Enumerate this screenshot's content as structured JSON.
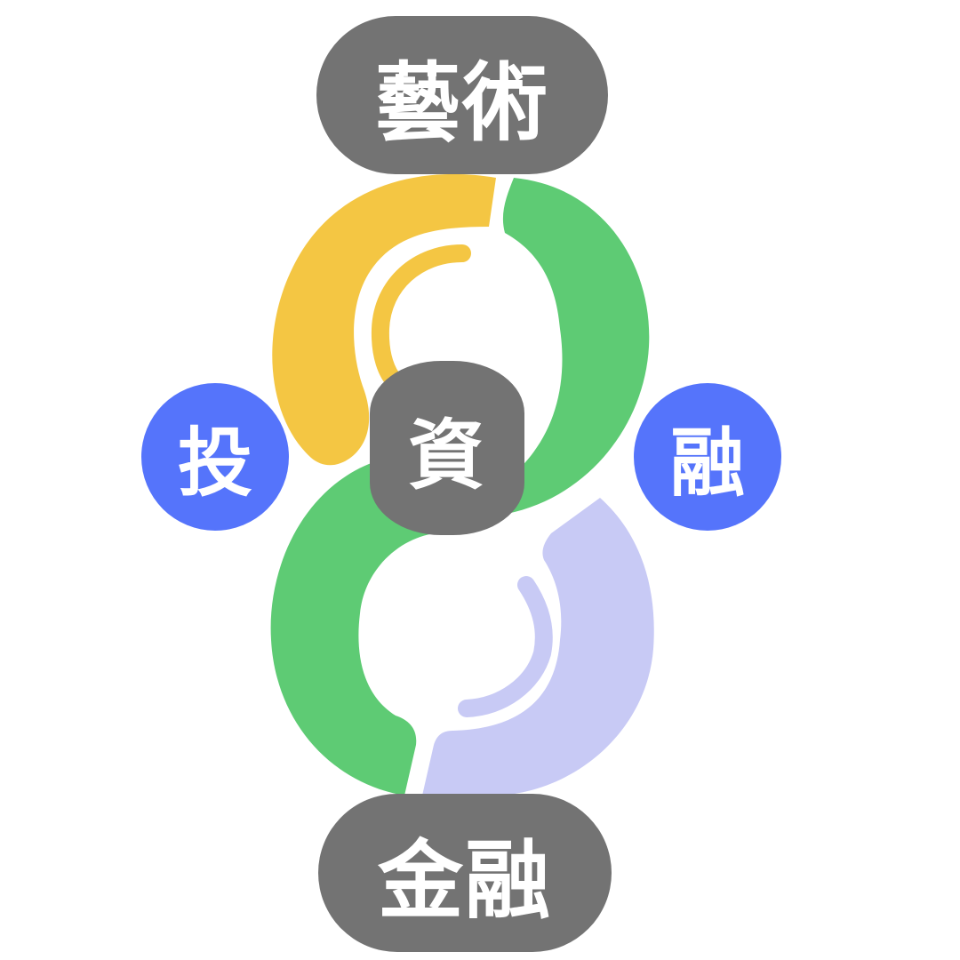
{
  "labels": {
    "top": "藝術",
    "center": "資",
    "left": "投",
    "right": "融",
    "bottom": "金融"
  },
  "colors": {
    "pill_gray": "#737373",
    "circle_blue": "#5574fb",
    "ring_yellow": "#f4c643",
    "ring_green": "#5ecb74",
    "ring_lavender": "#c8caf5",
    "text_white": "#ffffff"
  }
}
